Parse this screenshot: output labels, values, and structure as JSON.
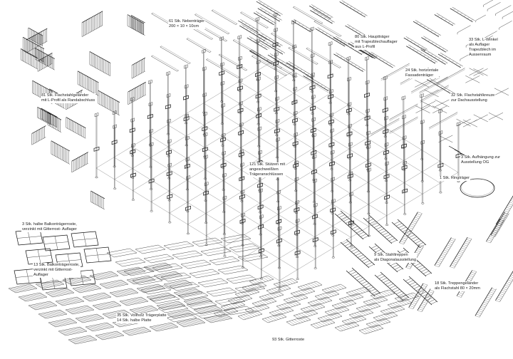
{
  "labels": {
    "nebentraeger": [
      "61 Stk. Nebenträger",
      "200 × 10 × 10cm"
    ],
    "haupttraeger": [
      "80 Stk. Hauptträger",
      "mit Trapezblechauflager",
      "aus L-Profil"
    ],
    "lwinkel": [
      "33 Stk. L-Winkel",
      "als Auflager",
      "Trapezblech im",
      "Aussenraum"
    ],
    "fassadentraeger": [
      "24 Stk. horizontale",
      "Fassadenträger"
    ],
    "flachstahlkreuze": [
      "32 Stk. Flachstahlkreuze",
      "zur Dachausstellung"
    ],
    "flachstahlgelaender": [
      "81 Stk. Flachstahlgeländer",
      "mit L-Profil als Randabschluss"
    ],
    "stuetzen": [
      "121 Stk. Stützen mit",
      "angeschweißten",
      "Trägeranschlüssen"
    ],
    "aufhaengung": [
      "3 Stk. Aufhängung zur",
      "Ausstellung OG"
    ],
    "ringtraeger": [
      "1 Stk. Ringträger"
    ],
    "halbe_balkon": [
      "3 Stk. halbe Balkonträgerroste,",
      "verzinkt mit Gitterrost- Auflager"
    ],
    "balkontraegerroste": [
      "13 Stk. Balkonträgerroste,",
      "verzinkt mit Gitterrost-",
      "Auflager"
    ],
    "vollholz": [
      "35 Stk. Vollholz Trägerplatte",
      "14 Stk. halbe Platte"
    ],
    "stahltreppen": [
      "9 Stk. Stahltreppen",
      "als Diagonalausstellung"
    ],
    "treppengelaender": [
      "18 Stk. Treppengeländer",
      "als Flachstahl 80 × 20mm"
    ],
    "gitterroste": [
      "93 Stk. Gitterroste"
    ]
  },
  "colors": {
    "ink": "#222222",
    "paper": "#ffffff"
  }
}
